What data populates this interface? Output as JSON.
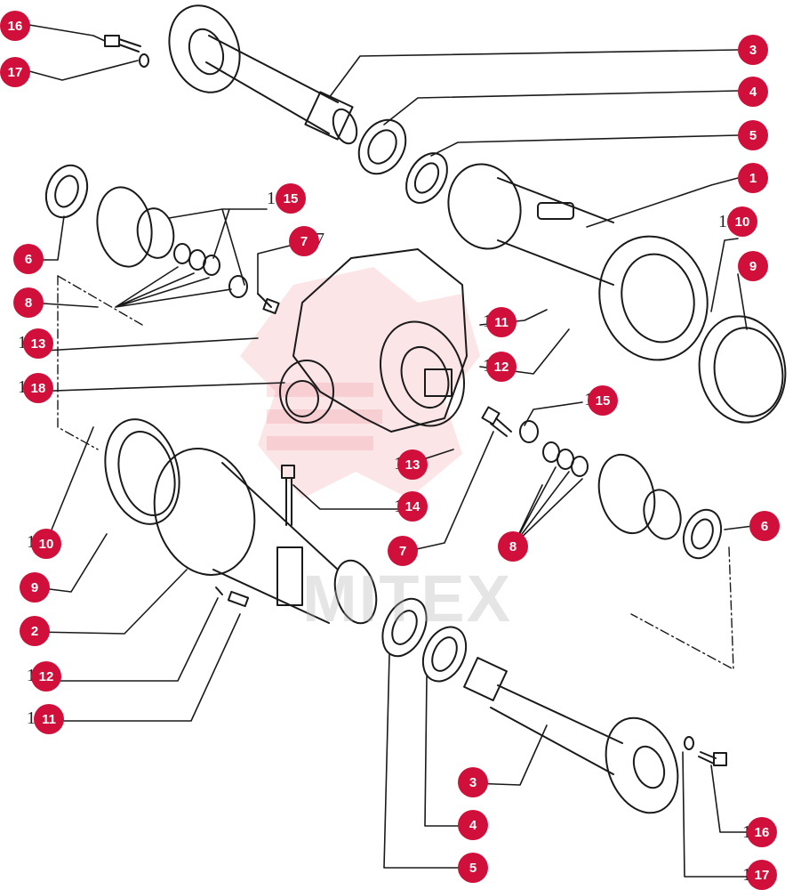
{
  "watermark": {
    "text": "MITEX",
    "color": "#d0103a"
  },
  "callout_color": "#d0103a",
  "callouts": [
    {
      "id": "c16a",
      "label": "16"
    },
    {
      "id": "c17a",
      "label": "17"
    },
    {
      "id": "c3a",
      "label": "3"
    },
    {
      "id": "c4a",
      "label": "4"
    },
    {
      "id": "c5a",
      "label": "5"
    },
    {
      "id": "c1",
      "label": "1"
    },
    {
      "id": "c15a",
      "label": "15"
    },
    {
      "id": "c7a",
      "label": "7"
    },
    {
      "id": "c10a",
      "label": "10"
    },
    {
      "id": "c9a",
      "label": "9"
    },
    {
      "id": "c6a",
      "label": "6"
    },
    {
      "id": "c8a",
      "label": "8"
    },
    {
      "id": "c11a",
      "label": "11"
    },
    {
      "id": "c12a",
      "label": "12"
    },
    {
      "id": "c13a",
      "label": "13"
    },
    {
      "id": "c18",
      "label": "18"
    },
    {
      "id": "c15b",
      "label": "15"
    },
    {
      "id": "c13b",
      "label": "13"
    },
    {
      "id": "c14",
      "label": "14"
    },
    {
      "id": "c6b",
      "label": "6"
    },
    {
      "id": "c10b",
      "label": "10"
    },
    {
      "id": "c7b",
      "label": "7"
    },
    {
      "id": "c8b",
      "label": "8"
    },
    {
      "id": "c9b",
      "label": "9"
    },
    {
      "id": "c2",
      "label": "2"
    },
    {
      "id": "c12b",
      "label": "12"
    },
    {
      "id": "c11b",
      "label": "11"
    },
    {
      "id": "c3b",
      "label": "3"
    },
    {
      "id": "c4b",
      "label": "4"
    },
    {
      "id": "c16b",
      "label": "16"
    },
    {
      "id": "c5b",
      "label": "5"
    },
    {
      "id": "c17b",
      "label": "17"
    }
  ],
  "ghost_digits": [
    {
      "id": "g15a",
      "text": "1"
    },
    {
      "id": "g7a",
      "text": "7"
    },
    {
      "id": "g10a",
      "text": "1"
    },
    {
      "id": "g11a",
      "text": "1"
    },
    {
      "id": "g12a",
      "text": "1"
    },
    {
      "id": "g13a",
      "text": "1"
    },
    {
      "id": "g18",
      "text": "1"
    },
    {
      "id": "g15b",
      "text": "1"
    },
    {
      "id": "g13b",
      "text": "1"
    },
    {
      "id": "g14",
      "text": "1"
    },
    {
      "id": "g10b",
      "text": "1"
    },
    {
      "id": "g12b",
      "text": "1"
    },
    {
      "id": "g11b",
      "text": "1"
    },
    {
      "id": "g16b",
      "text": "1"
    },
    {
      "id": "g17b",
      "text": "1"
    }
  ]
}
